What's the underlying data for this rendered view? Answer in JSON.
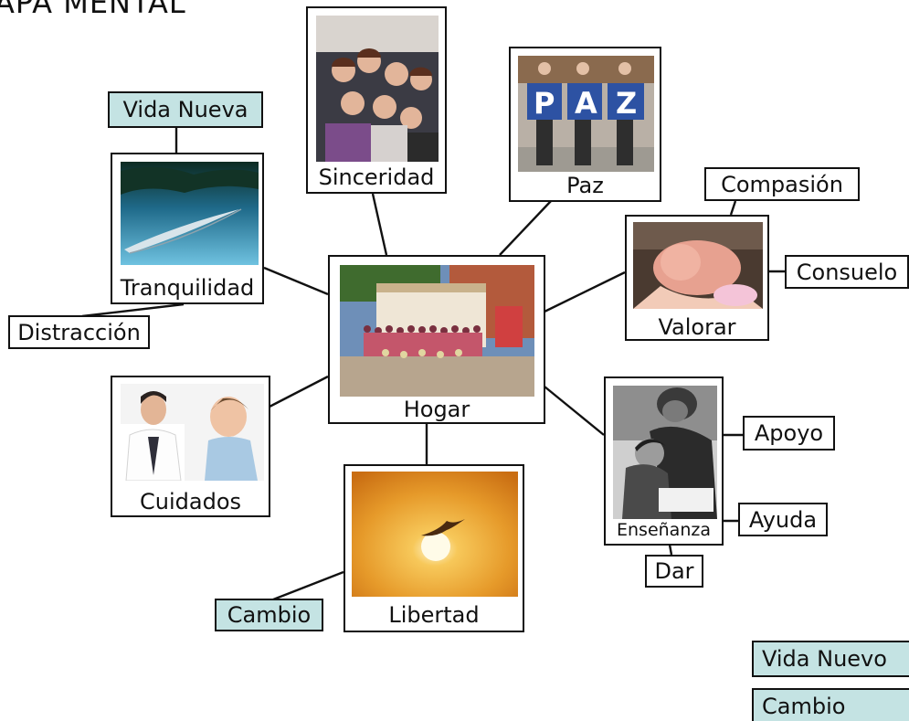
{
  "title": "APA MENTAL",
  "colors": {
    "tag_highlight": "#c4e3e3",
    "border": "#111111"
  },
  "center": {
    "label": "Hogar",
    "image": "group-photo-in-front-of-house"
  },
  "cards": {
    "sinceridad": {
      "label": "Sinceridad",
      "image": "smiling-children-photo"
    },
    "paz": {
      "label": "Paz",
      "image": "kids-holding-paz-letters-photo"
    },
    "tranquilidad": {
      "label": "Tranquilidad",
      "image": "feather-on-water-photo"
    },
    "valorar": {
      "label": "Valorar",
      "image": "newborn-baby-photo"
    },
    "cuidados": {
      "label": "Cuidados",
      "image": "doctor-with-child-photo"
    },
    "libertad": {
      "label": "Libertad",
      "image": "bird-at-sunset-photo"
    },
    "ensenanza": {
      "label": "Enseñanza",
      "image": "adult-teaching-child-photo"
    }
  },
  "tags": {
    "vida_nueva": "Vida Nueva",
    "distraccion": "Distracción",
    "compasion": "Compasión",
    "consuelo": "Consuelo",
    "apoyo": "Apoyo",
    "ayuda": "Ayuda",
    "dar": "Dar",
    "cambio": "Cambio"
  },
  "legend": [
    "Vida Nuevo",
    "Cambio"
  ]
}
